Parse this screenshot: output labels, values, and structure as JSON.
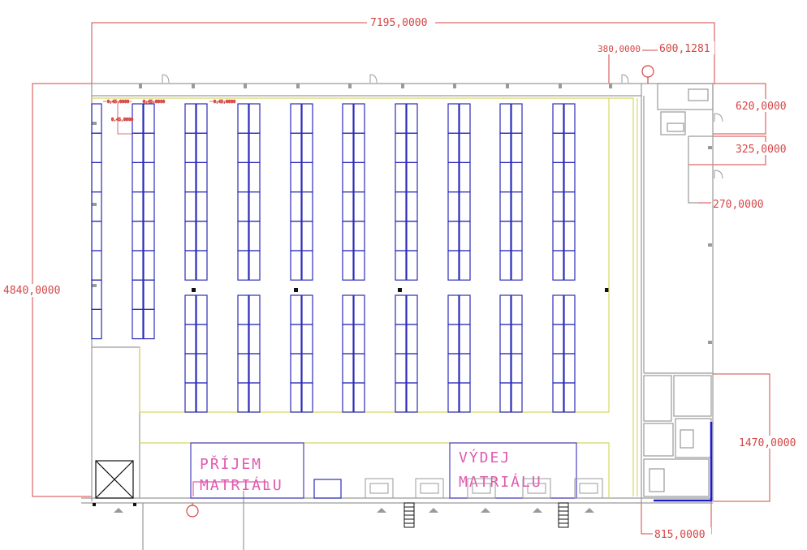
{
  "dimensions": {
    "overall_width": "7195,0000",
    "overall_height": "4840,0000",
    "top_offset": "380,0000",
    "top_door": "600,1281",
    "right_upper": "620,0000",
    "right_mid": "325,0000",
    "right_lower": "270,0000",
    "right_office_block": "1470,0000",
    "bottom_right": "815,0000",
    "rack_tag_a": "0,45,0000",
    "rack_tag_b": "0,45,0000",
    "rack_tag_c": "0,45,0000",
    "rack_tag_d": "0,45,0000"
  },
  "zones": {
    "receiving_line1": "PŘÍJEM",
    "receiving_line2": "MATRIÁLU",
    "dispatch_line1": "VÝDEJ",
    "dispatch_line2": "MATRIÁLU"
  },
  "colors": {
    "dimension": "#d64545",
    "racks": "#2b2bb8",
    "zone_border": "#4a3fc0",
    "zone_text": "#e05ab0",
    "aisle_line": "#d8d860",
    "walls": "#9a9a9a",
    "accent_wall": "#1a1ad8"
  },
  "icons": [
    "door-swing-icon",
    "column-marker-icon",
    "stair-icon",
    "fire-hydrant-icon",
    "loading-dock-icon"
  ]
}
